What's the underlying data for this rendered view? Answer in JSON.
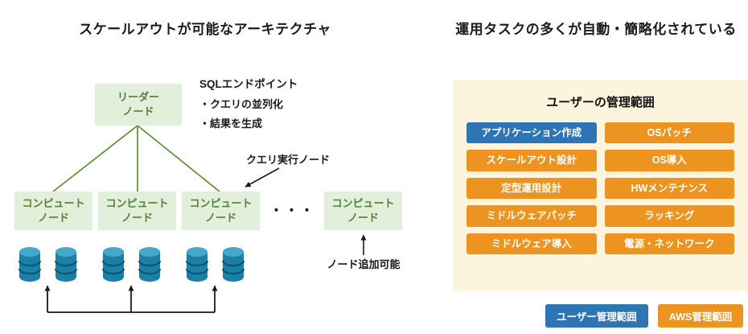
{
  "left": {
    "title": "スケールアウトが可能なアーキテクチャ",
    "leader_node": "リーダー\nノード",
    "sql_endpoint": {
      "heading": "SQLエンドポイント",
      "bullets": [
        "・クエリの並列化",
        "・結果を生成"
      ]
    },
    "query_exec_label": "クエリ実行ノード",
    "compute_nodes": [
      "コンピュート\nノード",
      "コンピュート\nノード",
      "コンピュート\nノード",
      "コンピュート\nノード"
    ],
    "dots": "・・・",
    "node_add_label": "ノード追加可能"
  },
  "right": {
    "title": "運用タスクの多くが自動・簡略化されている",
    "panel_title": "ユーザーの管理範囲",
    "tasks": [
      {
        "label": "アプリケーション作成",
        "type": "user"
      },
      {
        "label": "OSパッチ",
        "type": "aws"
      },
      {
        "label": "スケールアウト設計",
        "type": "aws"
      },
      {
        "label": "OS導入",
        "type": "aws"
      },
      {
        "label": "定型運用設計",
        "type": "aws"
      },
      {
        "label": "HWメンテナンス",
        "type": "aws"
      },
      {
        "label": "ミドルウェアパッチ",
        "type": "aws"
      },
      {
        "label": "ラッキング",
        "type": "aws"
      },
      {
        "label": "ミドルウェア導入",
        "type": "aws"
      },
      {
        "label": "電源・ネットワーク",
        "type": "aws"
      }
    ],
    "legend": [
      {
        "label": "ユーザー管理範囲",
        "type": "user"
      },
      {
        "label": "AWS管理範囲",
        "type": "aws"
      }
    ]
  },
  "colors": {
    "user_blue": "#2E75B6",
    "aws_orange": "#ED9320",
    "node_green_bg": "#E2EFDA",
    "node_green_text": "#538135",
    "connector_green": "#5B8F2F",
    "panel_cream": "#FCF4DC",
    "db_blue": "#1C7FA6"
  }
}
